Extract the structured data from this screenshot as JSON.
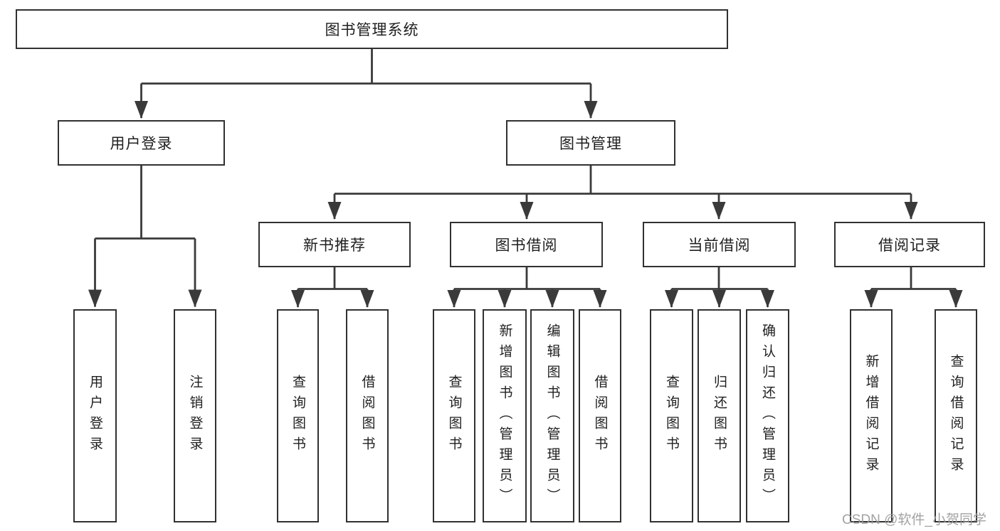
{
  "root": {
    "label": "图书管理系统"
  },
  "branches": [
    {
      "label": "用户登录",
      "parent": "图书管理系统"
    },
    {
      "label": "图书管理",
      "parent": "图书管理系统"
    }
  ],
  "modules": [
    {
      "label": "新书推荐",
      "parent": "图书管理"
    },
    {
      "label": "图书借阅",
      "parent": "图书管理"
    },
    {
      "label": "当前借阅",
      "parent": "图书管理"
    },
    {
      "label": "借阅记录",
      "parent": "图书管理"
    }
  ],
  "leaves": [
    {
      "label": "用户登录",
      "parent": "用户登录"
    },
    {
      "label": "注销登录",
      "parent": "用户登录"
    },
    {
      "label": "查询图书",
      "parent": "新书推荐"
    },
    {
      "label": "借阅图书",
      "parent": "新书推荐"
    },
    {
      "label": "查询图书",
      "parent": "图书借阅"
    },
    {
      "label": "新增图书（管理员）",
      "parent": "图书借阅"
    },
    {
      "label": "编辑图书（管理员）",
      "parent": "图书借阅"
    },
    {
      "label": "借阅图书",
      "parent": "图书借阅"
    },
    {
      "label": "查询图书",
      "parent": "当前借阅"
    },
    {
      "label": "归还图书",
      "parent": "当前借阅"
    },
    {
      "label": "确认归还（管理员）",
      "parent": "当前借阅"
    },
    {
      "label": "新增借阅记录",
      "parent": "借阅记录"
    },
    {
      "label": "查询借阅记录",
      "parent": "借阅记录"
    }
  ],
  "watermark": {
    "text": "CSDN @软件_小贺同学"
  },
  "colors": {
    "background": "#ffffff",
    "line": "#3a3a3a",
    "box_border": "#313131",
    "text": "#1f1f1f",
    "watermark_text": "#9b9b9b"
  }
}
